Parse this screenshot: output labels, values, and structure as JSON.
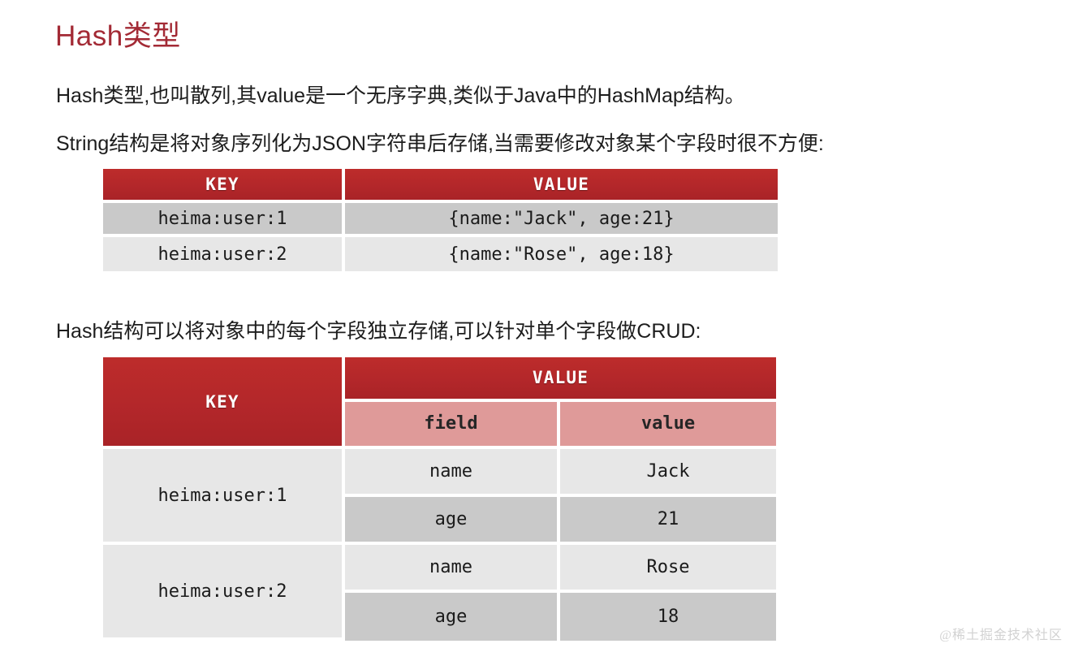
{
  "page": {
    "title": "Hash类型",
    "title_color": "#a32a35",
    "background": "#ffffff"
  },
  "paragraphs": [
    "Hash类型,也叫散列,其value是一个无序字典,类似于Java中的HashMap结构。",
    "String结构是将对象序列化为JSON字符串后存储,当需要修改对象某个字段时很不方便:",
    "Hash结构可以将对象中的每个字段独立存储,可以针对单个字段做CRUD:"
  ],
  "colors": {
    "header_red": "#b7282a",
    "sub_header_pink": "#df9a99",
    "row_light": "#e7e7e7",
    "row_dark": "#c9c9c9",
    "watermark": "#d2d2d2"
  },
  "string_table": {
    "headers": [
      "KEY",
      "VALUE"
    ],
    "rows": [
      {
        "key": "heima:user:1",
        "value": "{name:\"Jack\", age:21}"
      },
      {
        "key": "heima:user:2",
        "value": "{name:\"Rose\", age:18}"
      }
    ]
  },
  "hash_table": {
    "headers": {
      "key": "KEY",
      "value": "VALUE"
    },
    "sub_headers": {
      "field": "field",
      "value": "value"
    },
    "groups": [
      {
        "key": "heima:user:1",
        "entries": [
          {
            "field": "name",
            "value": "Jack"
          },
          {
            "field": "age",
            "value": "21"
          }
        ]
      },
      {
        "key": "heima:user:2",
        "entries": [
          {
            "field": "name",
            "value": "Rose"
          },
          {
            "field": "age",
            "value": "18"
          }
        ]
      }
    ]
  },
  "watermark": "@稀土掘金技术社区"
}
